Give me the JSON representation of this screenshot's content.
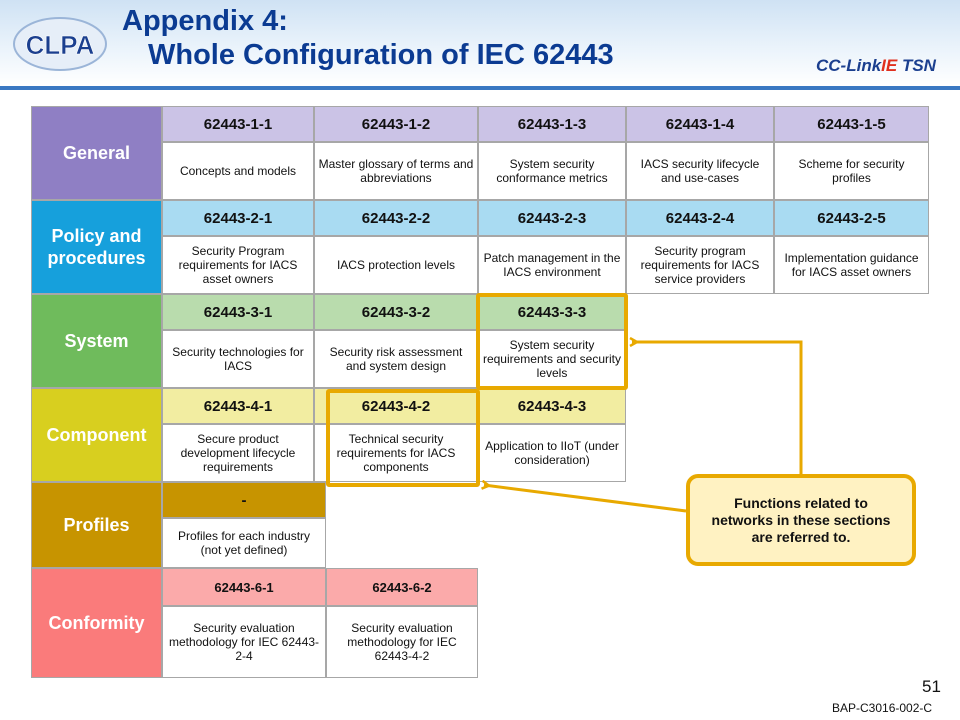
{
  "header": {
    "title_line1": "Appendix 4:",
    "title_line2": "Whole Configuration of IEC 62443",
    "logo_left": "CLPA",
    "logo_right_a": "CC-Link",
    "logo_right_b": "IE",
    "logo_right_c": " TSN"
  },
  "categories": [
    {
      "label": "General",
      "color": "#8f7fc4",
      "num_color": "#cbc3e6"
    },
    {
      "label": "Policy and procedures",
      "color": "#16a0dc",
      "num_color": "#a9dbf2"
    },
    {
      "label": "System",
      "color": "#6fbb5c",
      "num_color": "#b9dcad"
    },
    {
      "label": "Component",
      "color": "#d8cf1f",
      "num_color": "#f2eda1"
    },
    {
      "label": "Profiles",
      "color": "#c79400",
      "num_color": "#c79400"
    },
    {
      "label": "Conformity",
      "color": "#fa7b7b",
      "num_color": "#fbaaaa"
    }
  ],
  "rows": {
    "general": {
      "nums": [
        "62443-1-1",
        "62443-1-2",
        "62443-1-3",
        "62443-1-4",
        "62443-1-5"
      ],
      "descs": [
        "Concepts and models",
        "Master glossary of terms and abbreviations",
        "System security conformance metrics",
        "IACS security lifecycle and use-cases",
        "Scheme for security profiles"
      ]
    },
    "policy": {
      "nums": [
        "62443-2-1",
        "62443-2-2",
        "62443-2-3",
        "62443-2-4",
        "62443-2-5"
      ],
      "descs": [
        "Security Program requirements for IACS asset owners",
        "IACS protection levels",
        "Patch management in the IACS environment",
        "Security program requirements for IACS service providers",
        "Implementation guidance for IACS asset owners"
      ]
    },
    "system": {
      "nums": [
        "62443-3-1",
        "62443-3-2",
        "62443-3-3"
      ],
      "descs": [
        "Security technologies for IACS",
        "Security risk assessment and system design",
        "System security requirements and security levels"
      ]
    },
    "component": {
      "nums": [
        "62443-4-1",
        "62443-4-2",
        "62443-4-3"
      ],
      "descs": [
        "Secure product development lifecycle requirements",
        "Technical security requirements for IACS components",
        "Application to IIoT (under consideration)"
      ]
    },
    "profiles": {
      "nums": [
        "-"
      ],
      "descs": [
        "Profiles for each industry (not yet defined)"
      ]
    },
    "conformity": {
      "nums": [
        "62443-6-1",
        "62443-6-2"
      ],
      "descs": [
        "Security evaluation methodology for IEC 62443-2-4",
        "Security evaluation methodology for IEC 62443-4-2"
      ]
    }
  },
  "callout": "Functions related to networks in these sections are referred to.",
  "colors": {
    "highlight": "#e8a900",
    "callout_fill": "#fff2c2",
    "title": "#0b3b92"
  },
  "footer": {
    "page_number": "51",
    "doc_id": "BAP-C3016-002-C"
  }
}
